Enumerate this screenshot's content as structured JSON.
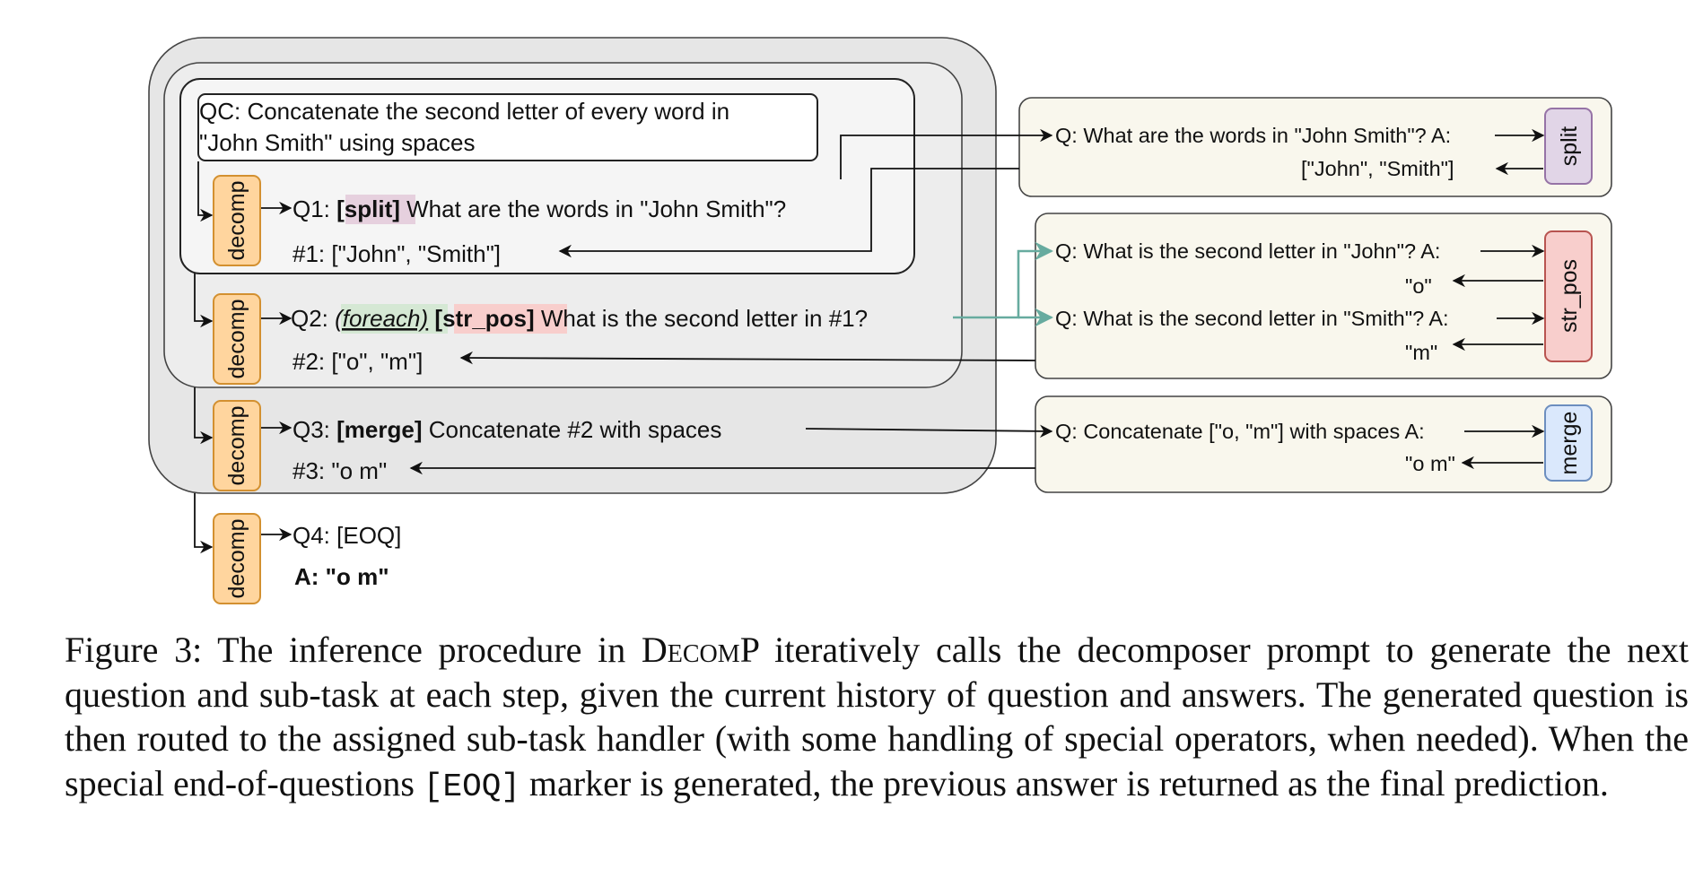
{
  "qc_line1": "QC: Concatenate the second letter of every word in",
  "qc_line2": "\"John Smith\" using spaces",
  "decomp_label": "decomp",
  "q1": {
    "prefix": "Q1: ",
    "tag": "[split]",
    "text": " What are the words in \"John Smith\"?",
    "answer": "#1: [\"John\", \"Smith\"]"
  },
  "q2": {
    "prefix": "Q2: ",
    "foreach": "(foreach)",
    "tag": "[str_pos]",
    "text": " What is the second letter in #1?",
    "answer": "#2: [\"o\", \"m\"]"
  },
  "q3": {
    "prefix": "Q3: ",
    "tag": "[merge]",
    "text": " Concatenate #2 with spaces",
    "answer": "#3: \"o m\""
  },
  "q4": {
    "text": "Q4: [EOQ]",
    "answer": "A: \"o m\""
  },
  "split_panel": {
    "question": "Q: What are the words in \"John Smith\"? A:",
    "answer": "[\"John\", \"Smith\"]",
    "handler": "split"
  },
  "str_pos_panel": {
    "question1": "Q: What is the second letter in \"John\"? A:",
    "answer1": "\"o\"",
    "question2": "Q: What is the second letter in \"Smith\"? A:",
    "answer2": "\"m\"",
    "handler": "str_pos"
  },
  "merge_panel": {
    "question": "Q: Concatenate [\"o, \"m\"] with spaces A:",
    "answer": "\"o m\"",
    "handler": "merge"
  },
  "caption": {
    "part1": "Figure 3: The inference procedure in ",
    "name_d": "D",
    "name_ecom": "ecom",
    "name_p": "P",
    "part2": " iteratively calls the decomposer prompt to generate the next question and sub-task at each step, given the current history of question and answers. The generated question is then routed to the assigned sub-task handler (with some handling of special operators, when needed). When the special end-of-questions ",
    "eoq": "[EOQ]",
    "part3": " marker is generated, the previous answer is returned as the final prediction."
  },
  "colors": {
    "decomp_fill": "#FFD59E",
    "decomp_stroke": "#D39030",
    "split_fill": "#E1D5E7",
    "str_pos_fill": "#F8CECC",
    "merge_fill": "#DAE8FC",
    "panel_fill": "#F9F7ED",
    "arrow_teal": "#67AB9F",
    "split_highlight": "#E6D0DE",
    "str_pos_highlight": "#F8CECC",
    "foreach_highlight": "#D5E8D4"
  }
}
